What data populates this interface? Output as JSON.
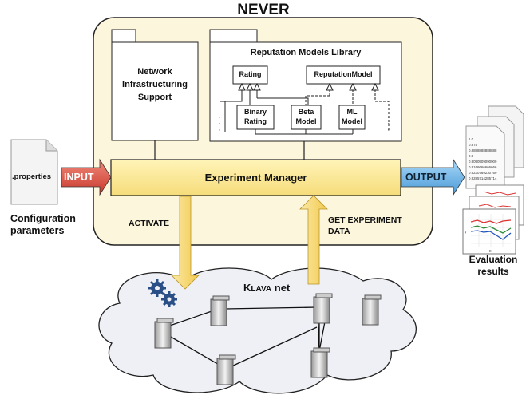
{
  "title": "NEVER",
  "input_file": {
    "label": ".properties",
    "caption_line1": "Configuration",
    "caption_line2": "parameters"
  },
  "input_arrow": "INPUT",
  "output_arrow": "OUTPUT",
  "network_package": {
    "line1": "Network",
    "line2": "Infrastructuring",
    "line3": "Support"
  },
  "library": {
    "title": "Reputation Models Library",
    "rating": "Rating",
    "reputation_model": "ReputationModel",
    "binary_rating": {
      "line1": "Binary",
      "line2": "Rating"
    },
    "beta_model": {
      "line1": "Beta",
      "line2": "Model"
    },
    "ml_model": {
      "line1": "ML",
      "line2": "Model"
    }
  },
  "experiment_manager": "Experiment Manager",
  "activate": "ACTIVATE",
  "get_experiment_data": {
    "line1": "GET EXPERIMENT",
    "line2": "DATA"
  },
  "cloud": {
    "label_prefix": "K",
    "label_small": "LAVA",
    "label_suffix": " net"
  },
  "evaluation": {
    "line1": "Evaluation",
    "line2": "results"
  },
  "report_lines": [
    "1.0",
    "0.875",
    "0.8888888888888",
    "0.9",
    "0.9090909090909",
    "0.9166666666666",
    "0.9230769230769",
    "0.9285714285714"
  ],
  "chart_axis_labels": {
    "y": "y",
    "x": "x"
  },
  "colors": {
    "never_box": "#fcf6dc",
    "experiment_manager": "#fbe79a",
    "input_arrow": "#e2564a",
    "output_arrow": "#6fb6ea",
    "vertical_arrows": "#f7d86a",
    "cloud": "#eef0f5"
  }
}
